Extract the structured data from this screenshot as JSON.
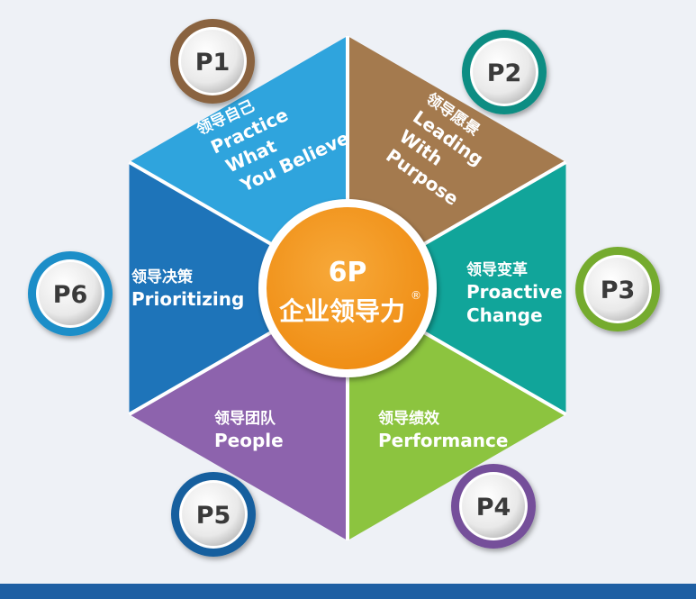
{
  "center": {
    "title": "6P",
    "subtitle": "企业领导力",
    "mark": "®",
    "color": "#f29419"
  },
  "segments": [
    {
      "id": "p1",
      "badge": "P1",
      "cn": "领导自己",
      "en": [
        "Practice",
        "What",
        "You Believe"
      ],
      "color": "#a47a4e",
      "ring": "#8a6440"
    },
    {
      "id": "p2",
      "badge": "P2",
      "cn": "领导愿景",
      "en": [
        "Leading",
        "With",
        "Purpose"
      ],
      "color": "#11a59a",
      "ring": "#0c8d83"
    },
    {
      "id": "p3",
      "badge": "P3",
      "cn": "领导变革",
      "en": [
        "Proactive",
        "Change"
      ],
      "color": "#8cc43f",
      "ring": "#75ab2e"
    },
    {
      "id": "p4",
      "badge": "P4",
      "cn": "领导绩效",
      "en": [
        "Performance"
      ],
      "color": "#8d63ad",
      "ring": "#75509a"
    },
    {
      "id": "p5",
      "badge": "P5",
      "cn": "领导团队",
      "en": [
        "People"
      ],
      "color": "#1e74b9",
      "ring": "#155f9e"
    },
    {
      "id": "p6",
      "badge": "P6",
      "cn": "领导决策",
      "en": [
        "Prioritizing"
      ],
      "color": "#2fa4dd",
      "ring": "#1d8ec8"
    }
  ]
}
